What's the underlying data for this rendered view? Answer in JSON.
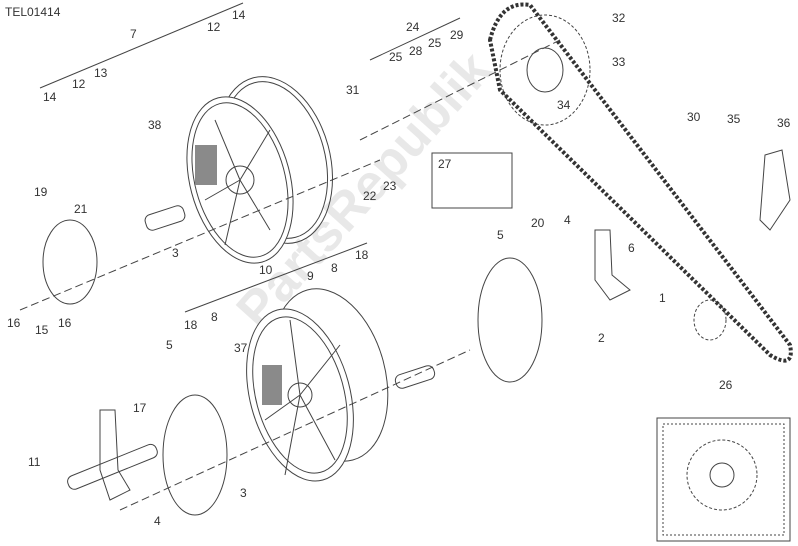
{
  "diagram_code": "TEL01414",
  "watermark": "PartsRepublik",
  "callouts": [
    "7",
    "14",
    "12",
    "14",
    "12",
    "13",
    "38",
    "19",
    "21",
    "3",
    "31",
    "22",
    "23",
    "24",
    "25",
    "28",
    "25",
    "29",
    "32",
    "33",
    "34",
    "30",
    "35",
    "36",
    "27",
    "20",
    "4",
    "5",
    "6",
    "1",
    "2",
    "10",
    "9",
    "8",
    "18",
    "18",
    "8",
    "37",
    "5",
    "17",
    "11",
    "3",
    "4",
    "16",
    "15",
    "16",
    "26"
  ],
  "colors": {
    "line": "#555555",
    "label": "#333333",
    "decal": "#8a8a8a"
  }
}
